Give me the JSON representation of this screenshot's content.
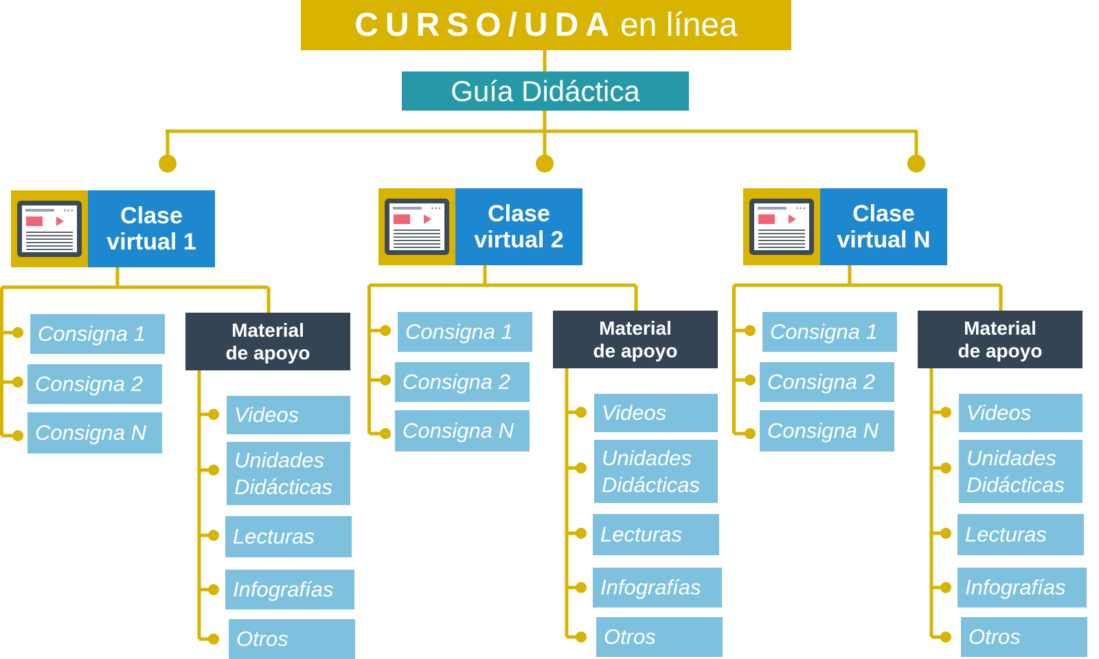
{
  "colors": {
    "gold": "#d8b400",
    "teal": "#2699a8",
    "blue": "#1d87d0",
    "dark": "#344455",
    "light_blue": "#7ec1de"
  },
  "title": {
    "caps": "CURSO/UDA",
    "rest": "en línea"
  },
  "guide": "Guía Didáctica",
  "icon": "browser-window-icon",
  "columns": [
    {
      "clase": [
        "Clase",
        "virtual 1"
      ],
      "consignas": [
        "Consigna 1",
        "Consigna  2",
        "Consigna N"
      ],
      "material": [
        "Material",
        "de apoyo"
      ],
      "materials": [
        [
          "Videos"
        ],
        [
          "Unidades",
          "Didácticas"
        ],
        [
          "Lecturas"
        ],
        [
          "Infografías"
        ],
        [
          "Otros"
        ]
      ]
    },
    {
      "clase": [
        "Clase",
        "virtual 2"
      ],
      "consignas": [
        "Consigna 1",
        "Consigna  2",
        "Consigna N"
      ],
      "material": [
        "Material",
        "de apoyo"
      ],
      "materials": [
        [
          "Videos"
        ],
        [
          "Unidades",
          "Didácticas"
        ],
        [
          "Lecturas"
        ],
        [
          "Infografías"
        ],
        [
          "Otros"
        ]
      ]
    },
    {
      "clase": [
        "Clase",
        "virtual N"
      ],
      "consignas": [
        "Consigna 1",
        "Consigna  2",
        "Consigna N"
      ],
      "material": [
        "Material",
        "de apoyo"
      ],
      "materials": [
        [
          "Videos"
        ],
        [
          "Unidades",
          "Didácticas"
        ],
        [
          "Lecturas"
        ],
        [
          "Infografías"
        ],
        [
          "Otros"
        ]
      ]
    }
  ]
}
